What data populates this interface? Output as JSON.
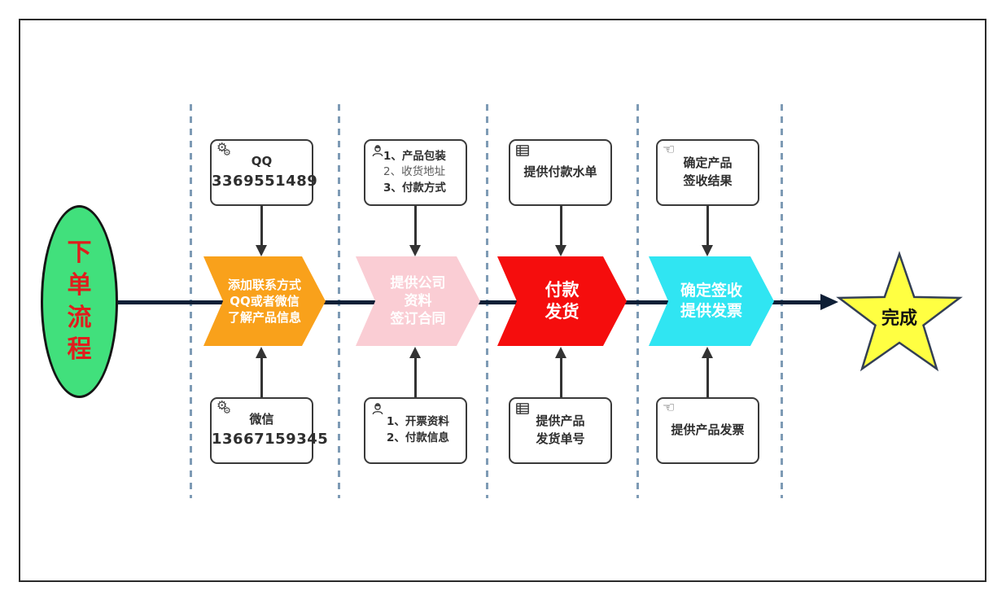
{
  "title": "下单流程图",
  "colors": {
    "start_fill": "#41e07c",
    "start_text": "#e01d1d",
    "chevron_1": "#f9a11b",
    "chevron_2": "#facdd4",
    "chevron_3": "#f50d0d",
    "chevron_4": "#30e5f2",
    "star_fill": "#ffff42",
    "main_line": "#0e1f36",
    "lane_divider": "#7e9bb5"
  },
  "start": {
    "label": "下单流程"
  },
  "finish": {
    "label": "完成",
    "fill": "#ffff42"
  },
  "stages": [
    {
      "chevron": {
        "color": "#f9a11b",
        "lines": [
          "添加联系方式",
          "QQ或者微信",
          "了解产品信息"
        ]
      },
      "top_box": {
        "icon": "gears-icon",
        "lines": [
          "QQ",
          "3369551489"
        ]
      },
      "bottom_box": {
        "icon": "gears-icon",
        "lines": [
          "微信",
          "13667159345"
        ]
      }
    },
    {
      "chevron": {
        "color": "#facdd4",
        "lines": [
          "提供公司",
          "资料",
          "签订合同"
        ]
      },
      "top_box": {
        "icon": "worker-icon",
        "lines": [
          "1、产品包装",
          "2、收货地址",
          "3、付款方式"
        ]
      },
      "bottom_box": {
        "icon": "worker-icon",
        "lines": [
          "1、开票资料",
          "2、付款信息"
        ]
      }
    },
    {
      "chevron": {
        "color": "#f50d0d",
        "lines": [
          "付款",
          "发货"
        ]
      },
      "top_box": {
        "icon": "table-icon",
        "lines": [
          "提供付款水单"
        ]
      },
      "bottom_box": {
        "icon": "table-icon",
        "lines": [
          "提供产品",
          "发货单号"
        ]
      }
    },
    {
      "chevron": {
        "color": "#30e5f2",
        "lines": [
          "确定签收",
          "提供发票"
        ]
      },
      "top_box": {
        "icon": "hand-icon",
        "lines": [
          "确定产品",
          "签收结果"
        ]
      },
      "bottom_box": {
        "icon": "hand-icon",
        "lines": [
          "提供产品发票"
        ]
      }
    }
  ]
}
